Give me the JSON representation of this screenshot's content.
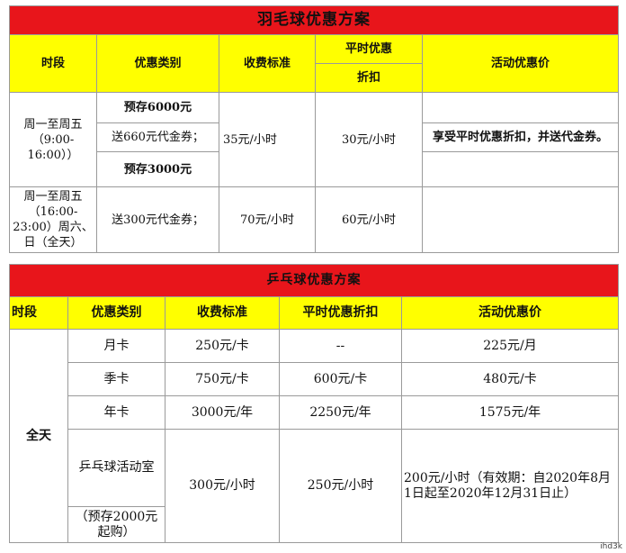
{
  "badminton": {
    "title": "羽毛球优惠方案",
    "headers": {
      "period": "时段",
      "category": "优惠类别",
      "fee": "收费标准",
      "regular_top": "平时优惠",
      "regular_bottom": "折扣",
      "promo": "活动优惠价"
    },
    "weekday_day": {
      "period": "周一至周五（9:00-16:00））",
      "deposit1": "预存6000元",
      "voucher1": "送660元代金券；",
      "deposit2": "预存3000元",
      "fee": "35元/小时",
      "regular": "30元/小时",
      "promo": "享受平时优惠折扣，并送代金券。"
    },
    "evening_weekend": {
      "period": "周一至周五（16:00-23:00）周六、日（全天）",
      "voucher": "送300元代金券；",
      "fee": "70元/小时",
      "regular": "60元/小时"
    }
  },
  "pingpong": {
    "title": "乒乓球优惠方案",
    "headers": {
      "period": "时段",
      "category": "优惠类别",
      "fee": "收费标准",
      "regular": "平时优惠折扣",
      "promo": "活动优惠价"
    },
    "all_day": "全天",
    "rows": [
      {
        "category": "月卡",
        "fee": "250元/卡",
        "regular": "--",
        "promo": "225元/月"
      },
      {
        "category": "季卡",
        "fee": "750元/卡",
        "regular": "600元/卡",
        "promo": "480元/卡"
      },
      {
        "category": "年卡",
        "fee": "3000元/年",
        "regular": "2250元/年",
        "promo": "1575元/年"
      }
    ],
    "room": {
      "category": "乒乓球活动室",
      "note": "（预存2000元起购）",
      "fee": "300元/小时",
      "regular": "250元/小时",
      "promo": "200元/小时（有效期：自2020年8月1日起至2020年12月31日止）"
    }
  },
  "watermark": "ihd3k"
}
